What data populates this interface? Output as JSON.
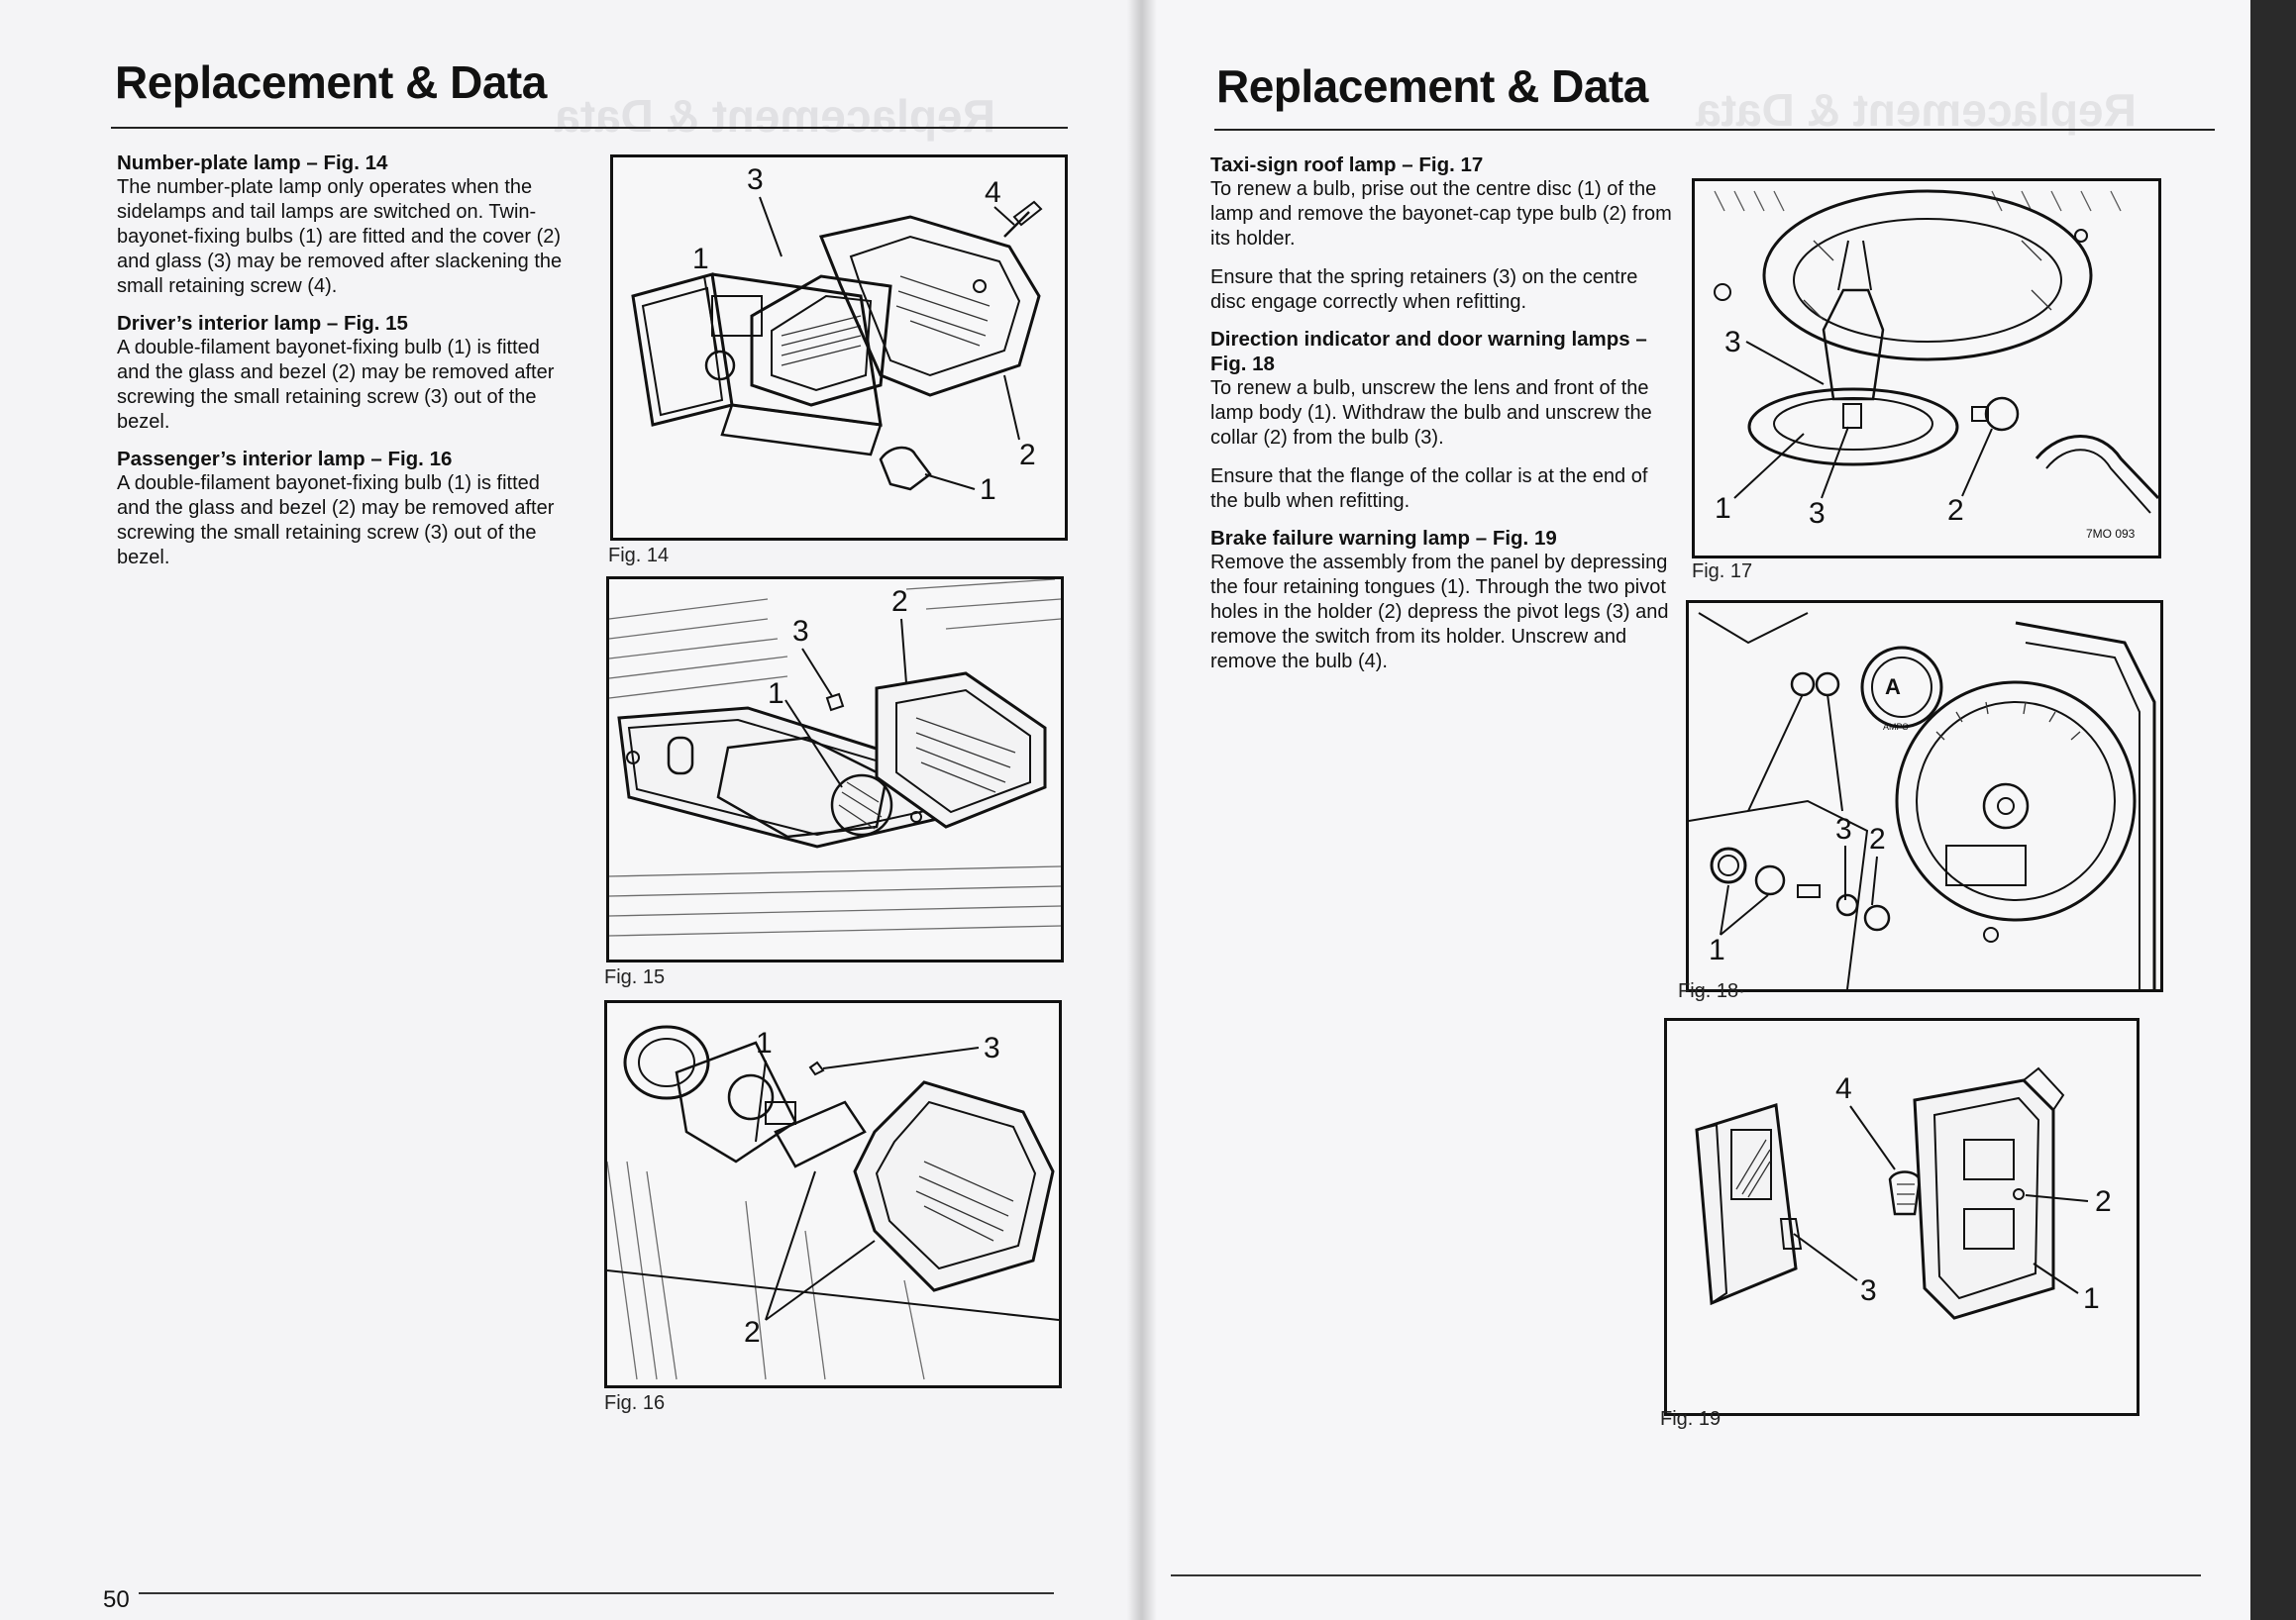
{
  "left_page": {
    "heading": "Replacement & Data",
    "page_number": "50",
    "sections": [
      {
        "title": "Number-plate lamp – Fig. 14",
        "paragraphs": [
          "The number-plate lamp only operates when the sidelamps and tail lamps are switched on. Twin-bayonet-fixing bulbs (1) are fitted and the cover (2) and glass (3) may be removed after slackening the small retaining screw (4)."
        ]
      },
      {
        "title": "Driver’s interior lamp – Fig. 15",
        "paragraphs": [
          "A double-filament bayonet-fixing bulb (1) is fitted and the glass and bezel (2) may be removed after screwing the small retaining screw (3) out of the bezel."
        ]
      },
      {
        "title": "Passenger’s interior lamp – Fig. 16",
        "paragraphs": [
          "A double-filament bayonet-fixing bulb (1) is fitted and the glass and bezel (2) may be removed after screwing the small retaining screw (3) out of the bezel."
        ]
      }
    ],
    "figures": [
      {
        "caption": "Fig. 14",
        "callouts": [
          "1",
          "2",
          "3",
          "4",
          "1"
        ]
      },
      {
        "caption": "Fig. 15",
        "callouts": [
          "1",
          "2",
          "3"
        ]
      },
      {
        "caption": "Fig. 16",
        "callouts": [
          "1",
          "2",
          "3"
        ]
      }
    ]
  },
  "right_page": {
    "heading": "Replacement & Data",
    "sections": [
      {
        "title": "Taxi-sign roof lamp – Fig. 17",
        "paragraphs": [
          "To renew a bulb, prise out the centre disc (1) of the lamp and remove the bayonet-cap type bulb (2) from its holder.",
          "Ensure that the spring retainers (3) on the centre disc engage correctly when refitting."
        ]
      },
      {
        "title": "Direction indicator and door warning lamps – Fig. 18",
        "paragraphs": [
          "To renew a bulb, unscrew the lens and front of the lamp body (1). Withdraw the bulb and unscrew the collar (2) from the bulb (3).",
          "Ensure that the flange of the collar is at the end of the bulb when refitting."
        ]
      },
      {
        "title": "Brake failure warning lamp – Fig. 19",
        "paragraphs": [
          "Remove the assembly from the panel by depressing the four retaining tongues (1). Through the two pivot holes in the holder (2) depress the pivot legs (3) and remove the switch from its holder. Unscrew and remove the bulb (4)."
        ]
      }
    ],
    "figures": [
      {
        "caption": "Fig. 17",
        "callouts": [
          "3",
          "1",
          "3",
          "2"
        ],
        "ref_code": "7MO 093"
      },
      {
        "caption": "Fig. 18·",
        "callouts": [
          "3",
          "2",
          "1"
        ],
        "gauge_label": "AMPS"
      },
      {
        "caption": "Fig. 19",
        "callouts": [
          "4",
          "2",
          "3",
          "1"
        ]
      }
    ]
  }
}
